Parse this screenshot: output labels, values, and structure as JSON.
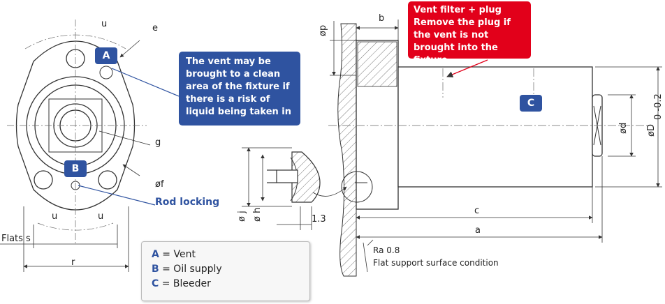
{
  "callouts": {
    "vent": "The vent may be brought to a clean area of the fixture if there is a risk of liquid being taken in",
    "vent_filter": "Vent filter + plug Remove the plug if the vent is not brought into the fixture",
    "rod_locking": "Rod locking"
  },
  "tags": {
    "a": "A",
    "b": "B",
    "c": "C"
  },
  "legend": [
    {
      "key": "A",
      "label": " = Vent"
    },
    {
      "key": "B",
      "label": " = Oil supply"
    },
    {
      "key": "C",
      "label": " = Bleeder"
    }
  ],
  "dimensions": {
    "u": "u",
    "e": "e",
    "g": "g",
    "f": "øf",
    "flats": "Flats s",
    "r": "r",
    "p": "øp",
    "b": "b",
    "j": "ø j",
    "h": "ø h",
    "t13": "1.3",
    "c": "c",
    "a": "a",
    "d": "ød",
    "D": "øD",
    "D_tol": "0 -0.2"
  },
  "surface": {
    "ra": "Ra 0.8",
    "note": "Flat support surface condition"
  },
  "colors": {
    "accent_blue": "#2f53a0",
    "accent_red": "#e2001a",
    "line": "#333333"
  }
}
